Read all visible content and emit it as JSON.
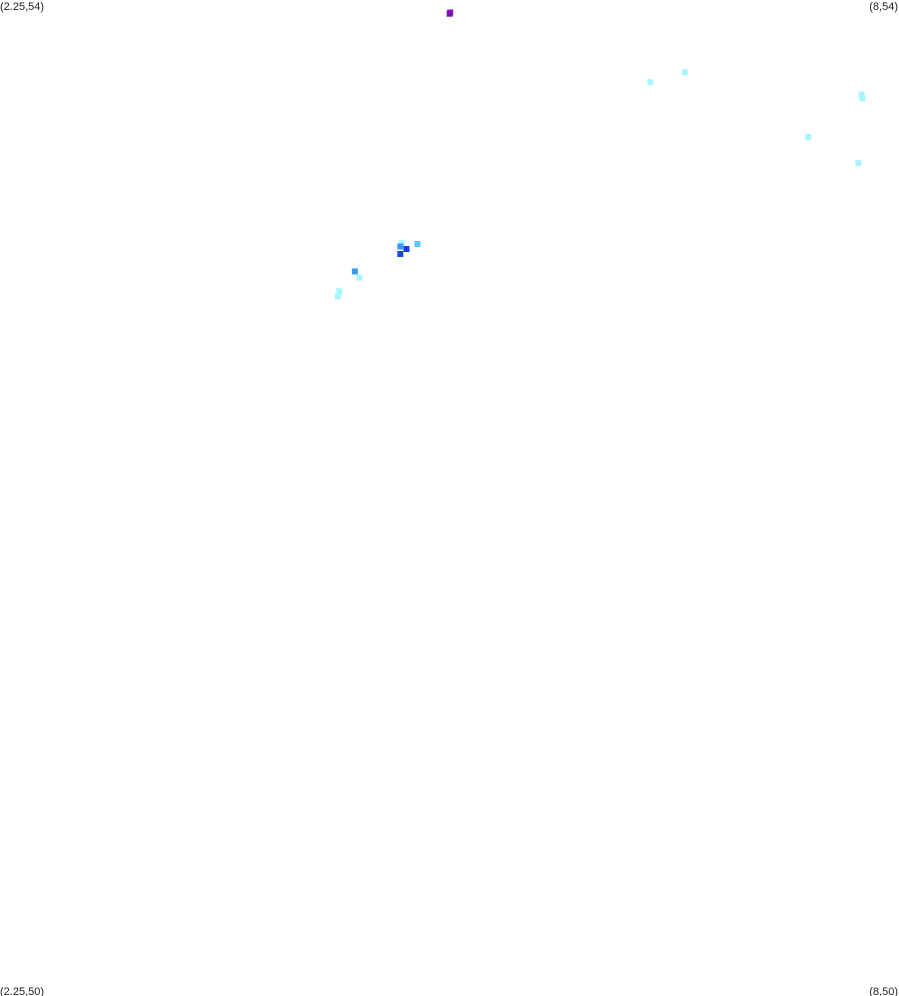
{
  "chart_data": {
    "type": "scatter",
    "title": "",
    "xlabel": "",
    "ylabel": "",
    "xlim": [
      2.25,
      8
    ],
    "ylim": [
      50,
      54
    ],
    "grid": false,
    "legend": "none",
    "corner_labels": {
      "top_left": "(2.25,54)",
      "top_right": "(8,54)",
      "bottom_left": "(2.25,50)",
      "bottom_right": "(8,50)"
    },
    "points": [
      {
        "x": 5.13,
        "y": 53.95,
        "color": "#a020c8"
      },
      {
        "x": 5.126,
        "y": 53.945,
        "color": "#7b10b0"
      },
      {
        "x": 6.63,
        "y": 53.71,
        "color": "#a8f4ff"
      },
      {
        "x": 6.41,
        "y": 53.67,
        "color": "#a8f4ff"
      },
      {
        "x": 7.76,
        "y": 53.62,
        "color": "#a8f4ff"
      },
      {
        "x": 7.765,
        "y": 53.605,
        "color": "#a8f4ff"
      },
      {
        "x": 7.42,
        "y": 53.45,
        "color": "#a8f4ff"
      },
      {
        "x": 7.74,
        "y": 53.345,
        "color": "#a8f4ff"
      },
      {
        "x": 4.92,
        "y": 53.02,
        "color": "#5cc8ff"
      },
      {
        "x": 4.82,
        "y": 53.025,
        "color": "#a8f4ff"
      },
      {
        "x": 4.81,
        "y": 53.01,
        "color": "#3a9af0"
      },
      {
        "x": 4.85,
        "y": 53.0,
        "color": "#1a3ee8"
      },
      {
        "x": 4.81,
        "y": 52.98,
        "color": "#2048e0"
      },
      {
        "x": 4.52,
        "y": 52.91,
        "color": "#3a9af0"
      },
      {
        "x": 4.55,
        "y": 52.885,
        "color": "#a8f4ff"
      },
      {
        "x": 4.42,
        "y": 52.83,
        "color": "#a8f4ff"
      },
      {
        "x": 4.41,
        "y": 52.81,
        "color": "#a8f4ff"
      }
    ]
  }
}
